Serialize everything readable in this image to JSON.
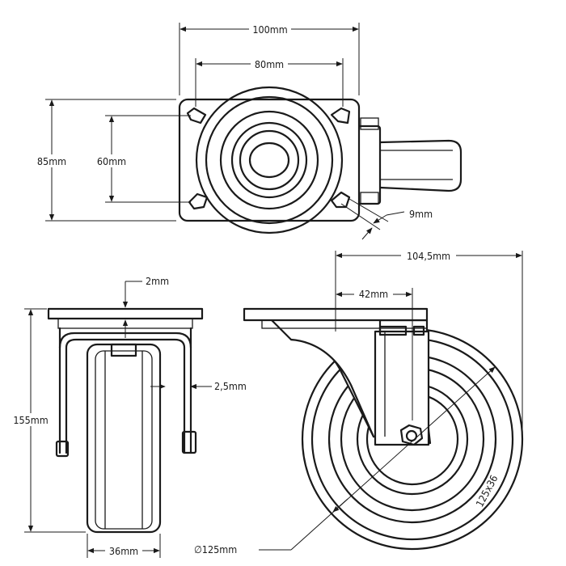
{
  "drawing": {
    "top_view": {
      "plate_width": "100mm",
      "bolt_spacing_x": "80mm",
      "plate_height": "85mm",
      "bolt_spacing_y": "60mm",
      "bolt_hole": "9mm"
    },
    "front_view": {
      "plate_thickness": "2mm",
      "fork_thickness": "2,5mm",
      "height": "155mm",
      "wheel_width": "36mm"
    },
    "side_view": {
      "offset_total": "104,5mm",
      "swivel_offset": "42mm",
      "wheel_diameter": "∅125mm",
      "tire_marking": "125x36"
    }
  }
}
